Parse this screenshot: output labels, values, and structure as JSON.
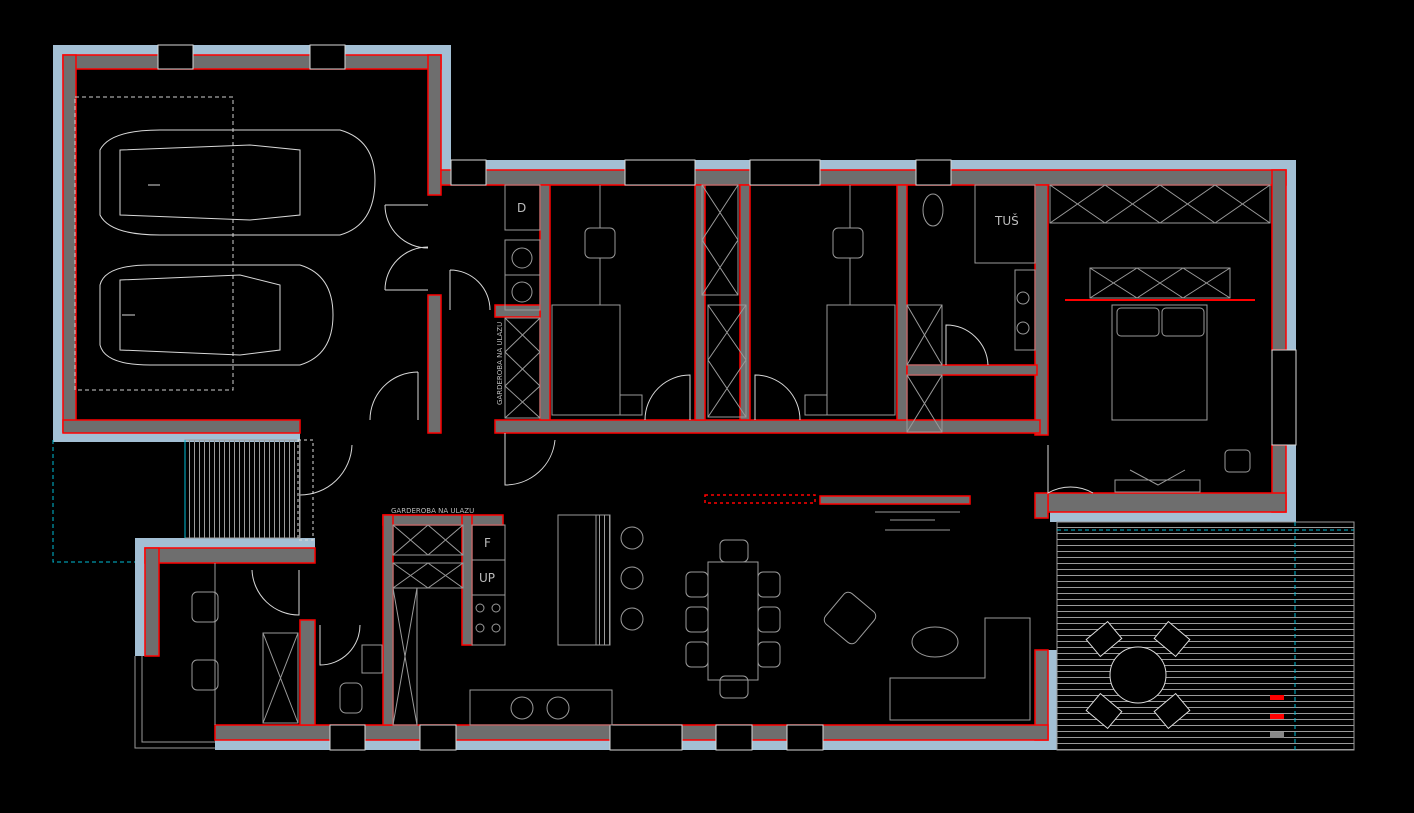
{
  "plan": {
    "labels": {
      "dryer": "D",
      "shower": "TUŠ",
      "entry_wardrobe_vertical": "GARDEROBA NA ULAZU",
      "entry_wardrobe_horizontal": "GARDEROBA NA ULAZU",
      "fridge": "F",
      "oven": "UP"
    },
    "colors": {
      "wall": "#6e6e6e",
      "outer_insulation": "#a3bfd4",
      "wall_edge": "#ff0000",
      "linework": "#d8d8d8",
      "guide": "#00bcd4"
    }
  }
}
